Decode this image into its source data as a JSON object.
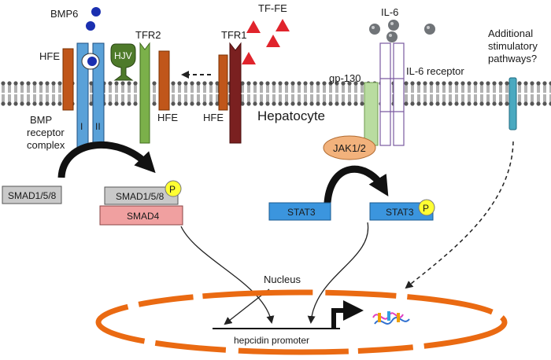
{
  "labels": {
    "bmp6": "BMP6",
    "tf_fe": "TF-FE",
    "il6": "IL-6",
    "additional": [
      "Additional",
      "stimulatory",
      "pathways?"
    ],
    "hfe_left": "HFE",
    "hjv": "HJV",
    "tfr2": "TFR2",
    "tfr1": "TFR1",
    "hfe_mid": "HFE",
    "hfe_right_of_tfr2": "HFE",
    "hepatocyte": "Hepatocyte",
    "gp130": "gp-130",
    "il6_receptor": "IL-6 receptor",
    "bmp_receptor": [
      "BMP",
      "receptor",
      "complex"
    ],
    "receptor_subunit_1": "I",
    "receptor_subunit_2": "II",
    "jak": "JAK1/2",
    "smad158_left": "SMAD1/5/8",
    "smad158_right": "SMAD1/5/8",
    "smad4": "SMAD4",
    "stat3_left": "STAT3",
    "stat3_right": "STAT3",
    "phospho_1": "P",
    "phospho_2": "P",
    "nucleus": "Nucleus",
    "promoter": "hepcidin promoter"
  },
  "colors": {
    "hfe": "#c0561a",
    "bmp_receptor": "#5aa1d8",
    "hjv": "#4e7a2a",
    "tfr2": "#7bb04a",
    "tfr1": "#7a2020",
    "gp130": "#b9dca0",
    "il6_receptor": "#ffffff",
    "jak": "#f2b27c",
    "smad_box": "#c9c9c9",
    "smad4": "#f0a0a0",
    "stat3": "#3b95de",
    "phospho": "#ffff33",
    "ligand_blue": "#1a2fb0",
    "triangle": "#e0242c",
    "il6_ball": "#707478",
    "nucleus_membrane": "#ea6a12",
    "additional_receptor": "#4aa9c0"
  }
}
